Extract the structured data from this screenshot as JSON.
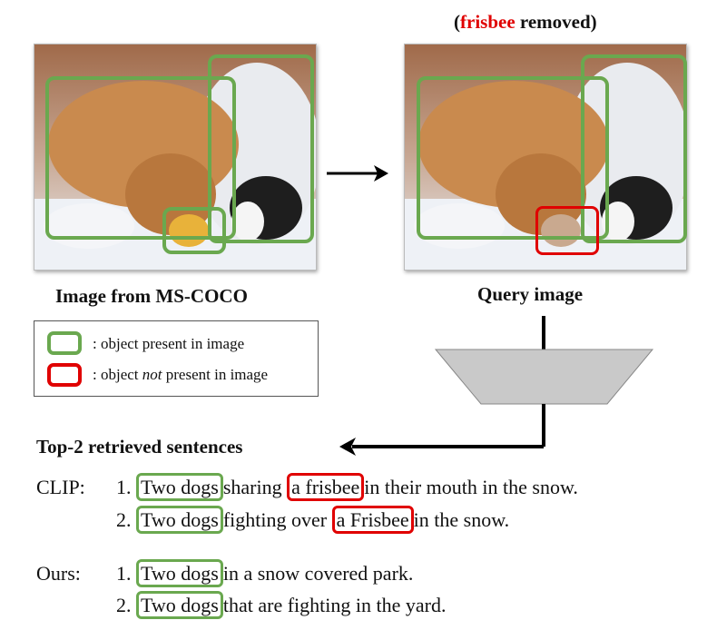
{
  "header": {
    "removed_word": "frisbee",
    "removed_suffix": " removed)",
    "removed_prefix": "(",
    "accent_color": "#e00000"
  },
  "left_image": {
    "caption": "Image from MS-COCO"
  },
  "right_image": {
    "caption": "Query image"
  },
  "legend": {
    "present_text": ": object present in image",
    "absent_prefix": ": object ",
    "absent_emph": "not",
    "absent_suffix": " present in image",
    "present_color": "#6aa84f",
    "absent_color": "#e00000"
  },
  "results": {
    "title": "Top-2 retrieved sentences",
    "clip": {
      "label": "CLIP:",
      "items": [
        {
          "num": "1.",
          "g": "Two dogs",
          "t1": "sharing ",
          "r": "a frisbee",
          "t2": "in their mouth in the snow."
        },
        {
          "num": "2.",
          "g": "Two dogs",
          "t1": "fighting over ",
          "r": "a Frisbee",
          "t2": "in the snow."
        }
      ]
    },
    "ours": {
      "label": "Ours:",
      "items": [
        {
          "num": "1.",
          "g": "Two dogs",
          "t1": "in a snow covered park."
        },
        {
          "num": "2.",
          "g": "Two dogs",
          "t1": "that are fighting in the yard."
        }
      ]
    }
  }
}
